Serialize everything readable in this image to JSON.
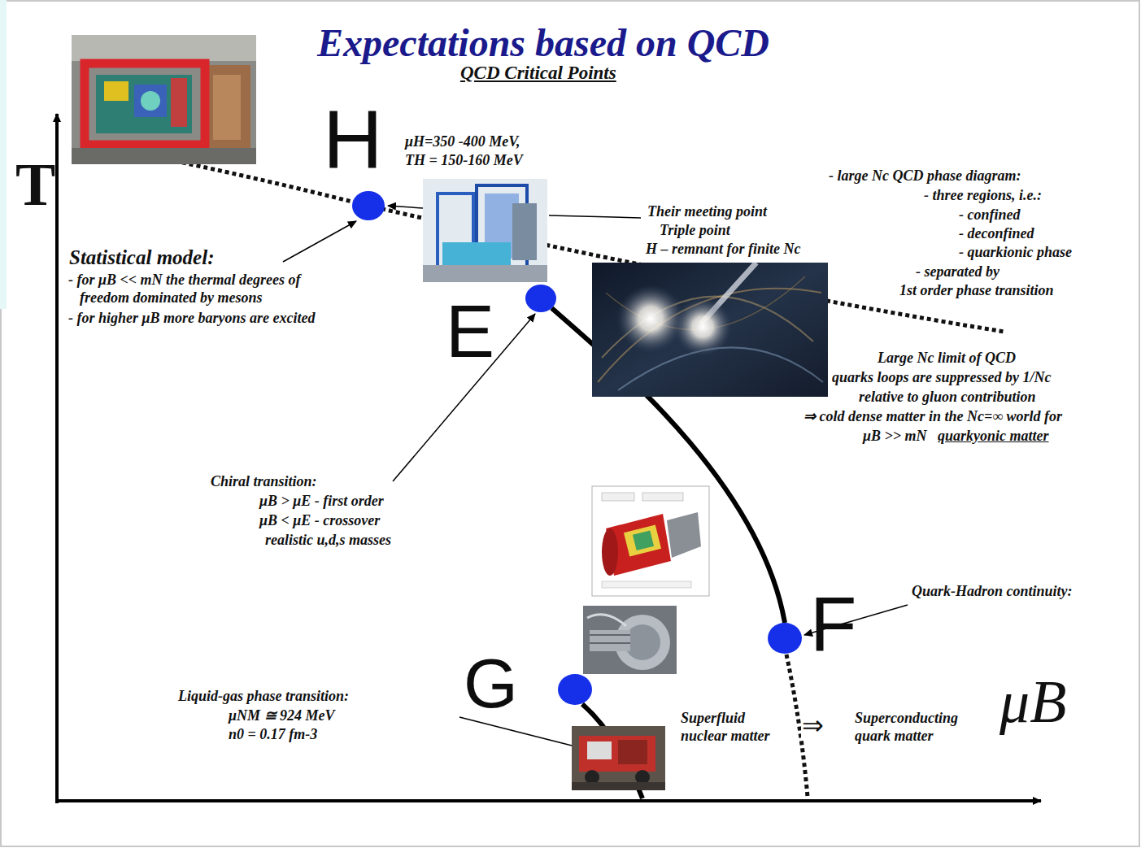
{
  "diagram": {
    "title": "Expectations based on QCD",
    "nodes": [
      {
        "text": [
          "H"
        ]
      },
      {
        "text": [
          "E"
        ]
      },
      {
        "text": [
          "F"
        ]
      },
      {
        "text": [
          "G"
        ]
      }
    ],
    "edges": [
      {
        "from": 1,
        "to": 2,
        "arrow": "none"
      }
    ],
    "labels": [
      "QCD Critical Points",
      "μH=350 -400 MeV,",
      "TH = 150-160 MeV",
      "T",
      "Their meeting point",
      "Triple point",
      "H – remnant for finite Nc",
      "- large Nc QCD phase diagram:",
      "- three regions, i.e.:",
      "- confined",
      "- deconfined",
      "- quarkionic phase",
      "- separated by",
      "1st order phase transition",
      "Statistical model:",
      "- for μB << mN the thermal degrees of freedom dominated by mesons",
      "- for higher μB more baryons are excited",
      "Large Nc limit of QCD",
      "quarks loops are suppressed by 1/Nc",
      "relative to gluon contribution",
      "⇒ cold dense matter in the Nc=∞ world for",
      "μB >> mN",
      "quarkyonic matter",
      "Chiral transition:",
      "μB > μE - first order",
      "μB < μE - crossover",
      "realistic u,d,s masses",
      "Quark-Hadron continuity:",
      "Liquid-gas phase transition:",
      "μNM ≅ 924 MeV",
      "n0 = 0.17 fm-3",
      "Superfluid nuclear matter",
      "⇒",
      "Superconducting quark matter",
      "μB"
    ]
  }
}
